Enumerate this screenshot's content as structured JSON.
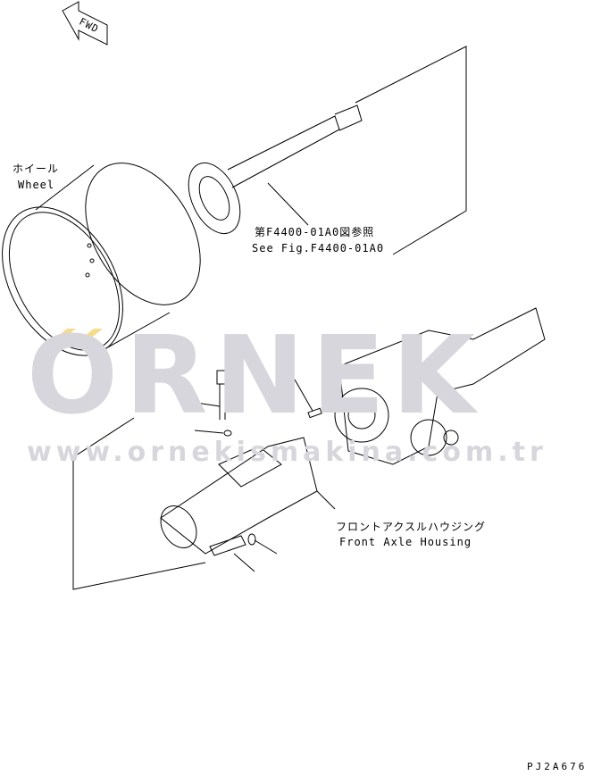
{
  "direction_marker": {
    "label": "FWD",
    "icon": "arrow-left-icon"
  },
  "callouts": {
    "wheel": {
      "jp": "ホイール",
      "en": "Wheel"
    },
    "shaft_ref": {
      "jp": "第F4400-01A0図参照",
      "en": "See Fig.F4400-01A0"
    },
    "housing": {
      "jp": "フロントアクスルハウジング",
      "en": "Front Axle Housing"
    }
  },
  "drawing_code": "PJ2A676",
  "watermark": {
    "logo": "ORNEK",
    "url": "www.ornekismakina.com.tr",
    "color": "#d6d6dc",
    "accent": "#f5dc8a"
  }
}
